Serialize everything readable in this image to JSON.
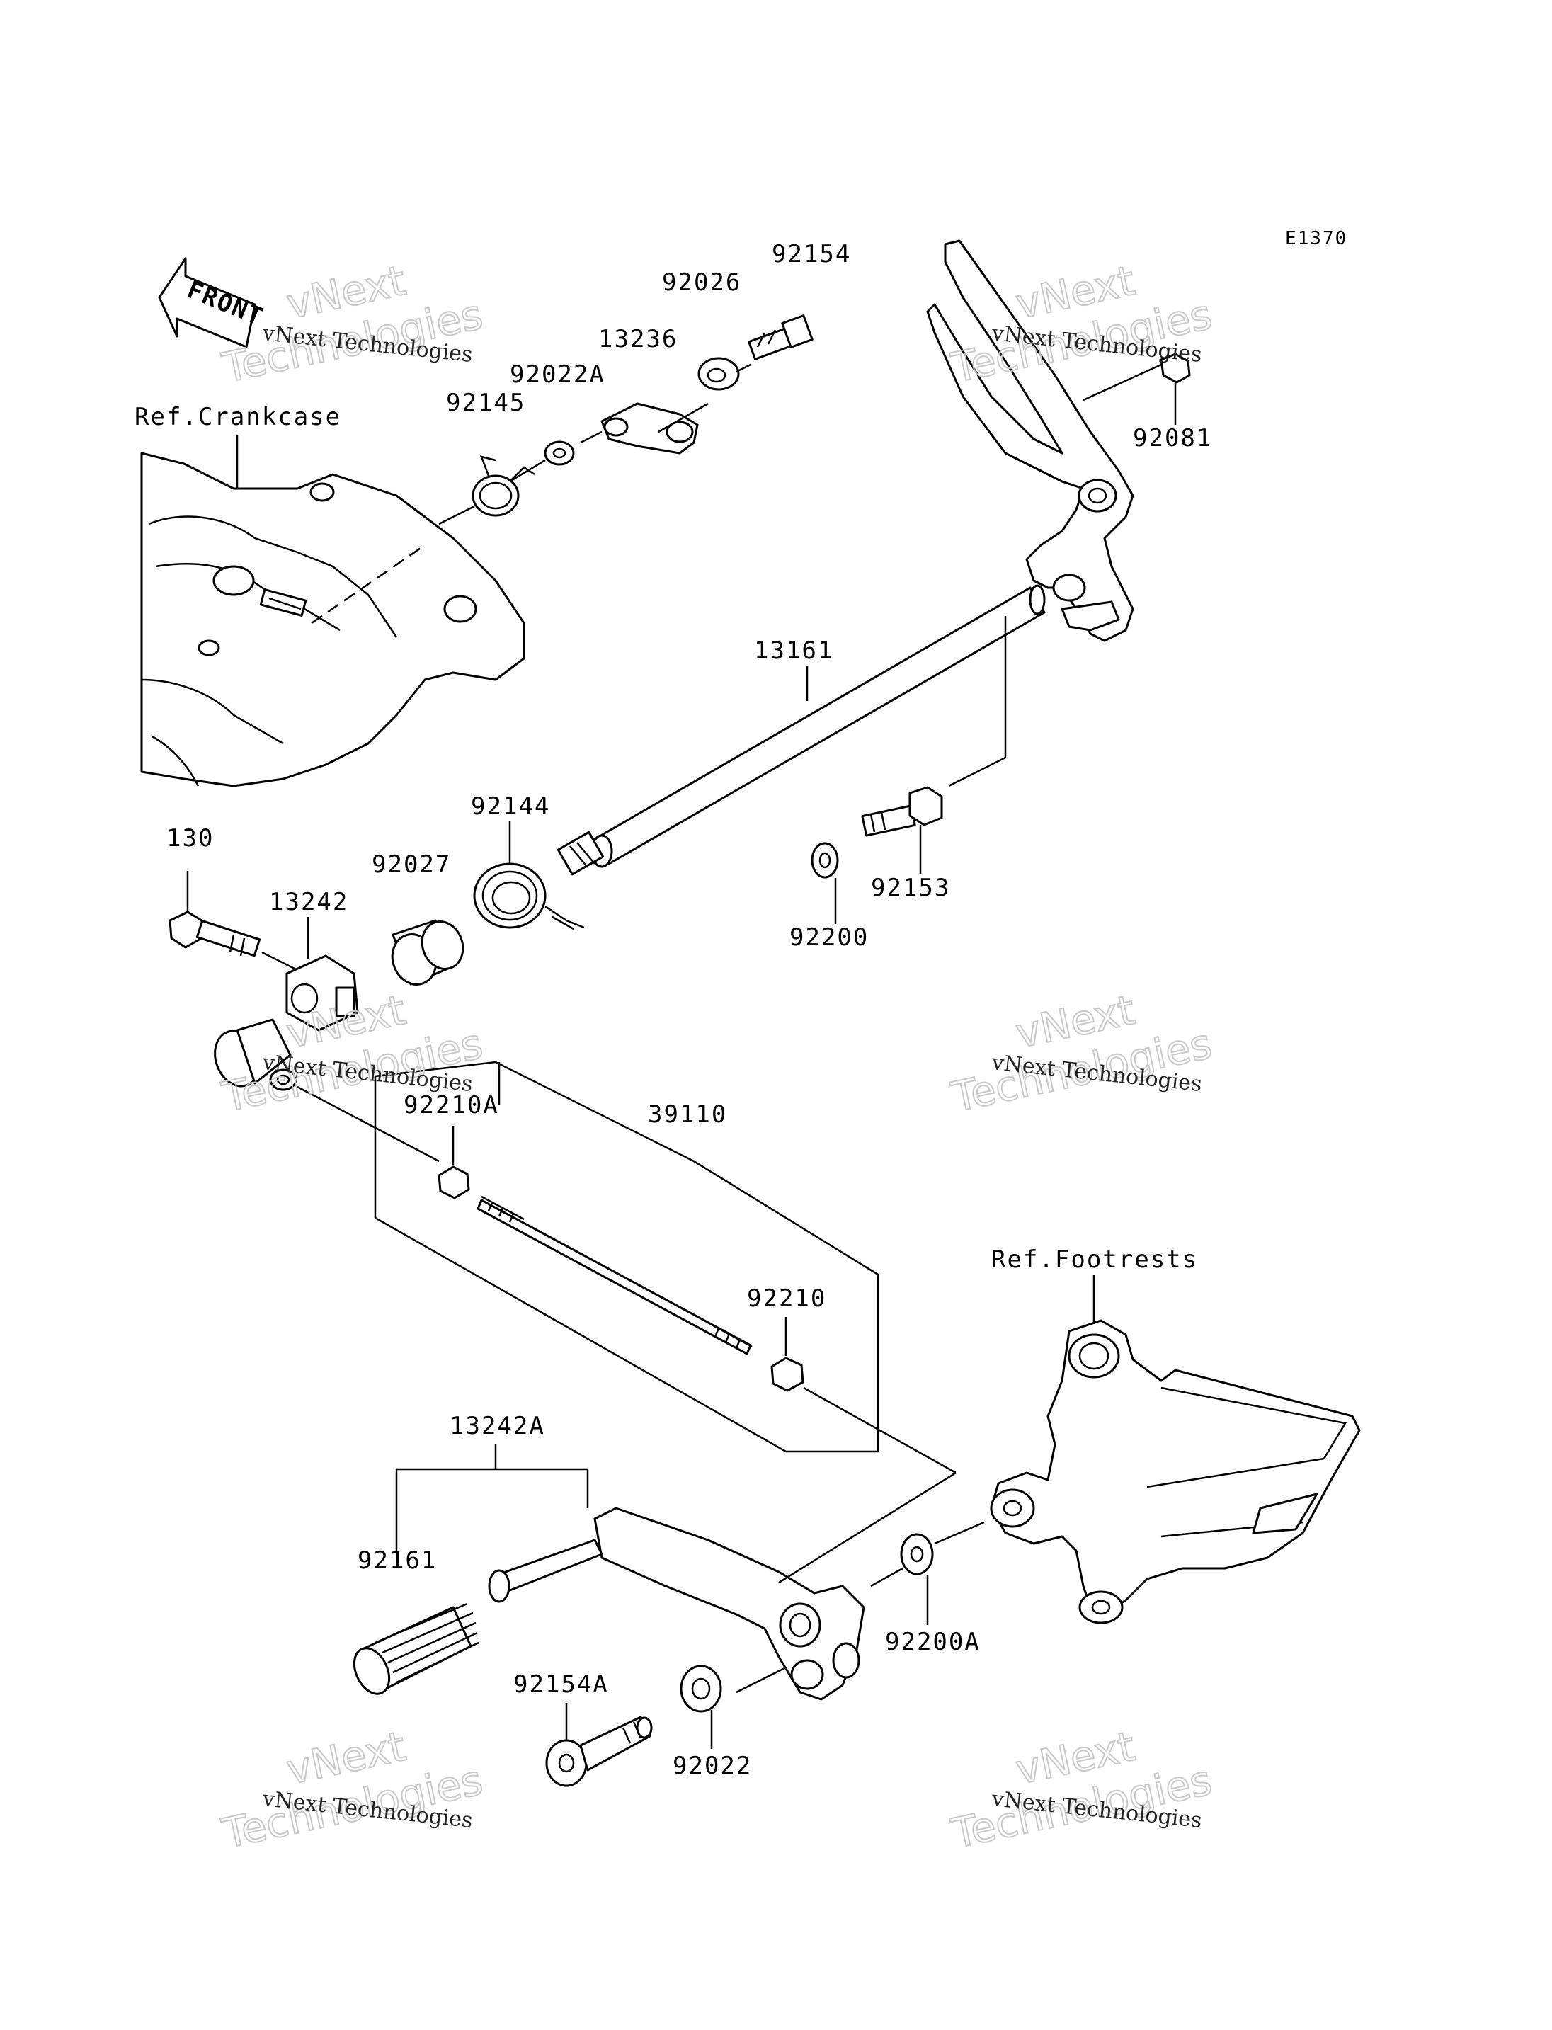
{
  "diagram_code": "E1370",
  "front_label": "FRONT",
  "refs": {
    "crankcase": "Ref.Crankcase",
    "footrests": "Ref.Footrests"
  },
  "parts": [
    {
      "id": "p92154",
      "label": "92154"
    },
    {
      "id": "p92026",
      "label": "92026"
    },
    {
      "id": "p13236",
      "label": "13236"
    },
    {
      "id": "p92022A",
      "label": "92022A"
    },
    {
      "id": "p92145",
      "label": "92145"
    },
    {
      "id": "p92081",
      "label": "92081"
    },
    {
      "id": "p13161",
      "label": "13161"
    },
    {
      "id": "p92144",
      "label": "92144"
    },
    {
      "id": "p92027",
      "label": "92027"
    },
    {
      "id": "p130",
      "label": "130"
    },
    {
      "id": "p13242",
      "label": "13242"
    },
    {
      "id": "p92153",
      "label": "92153"
    },
    {
      "id": "p92200",
      "label": "92200"
    },
    {
      "id": "p92210A",
      "label": "92210A"
    },
    {
      "id": "p39110",
      "label": "39110"
    },
    {
      "id": "p92210",
      "label": "92210"
    },
    {
      "id": "p13242A",
      "label": "13242A"
    },
    {
      "id": "p92161",
      "label": "92161"
    },
    {
      "id": "p92154A",
      "label": "92154A"
    },
    {
      "id": "p92022",
      "label": "92022"
    },
    {
      "id": "p92200A",
      "label": "92200A"
    }
  ],
  "watermark": {
    "brand_top": "vNext",
    "brand_bottom": "Technologies",
    "caption": "vNext Technologies"
  }
}
